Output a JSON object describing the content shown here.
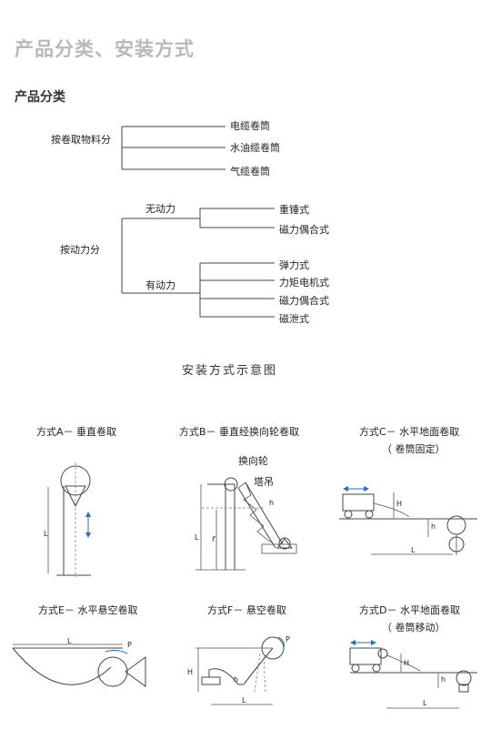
{
  "header": {
    "title": "产品分类、安装方式",
    "subtitle": "产品分类"
  },
  "classification": {
    "by_material": {
      "label": "按卷取物料分",
      "items": [
        "电缆卷筒",
        "水油缆卷筒",
        "气缆卷筒"
      ]
    },
    "by_power": {
      "label": "按动力分",
      "unpowered": {
        "label": "无动力",
        "items": [
          "重锤式",
          "磁力偶合式"
        ]
      },
      "powered": {
        "label": "有动力",
        "items": [
          "弹力式",
          "力矩电机式",
          "磁力偶合式",
          "磁泄式"
        ]
      }
    }
  },
  "install": {
    "title": "安装方式示意图",
    "modes": {
      "a": {
        "label": "方式A－ 垂直卷取",
        "dim_L": "L"
      },
      "b": {
        "label": "方式B－ 垂直经换向轮卷取",
        "wheel": "换向轮",
        "tower": "塔吊",
        "dim_L": "L",
        "dim_f": "f",
        "dim_h": "h"
      },
      "c": {
        "label": "方式C－ 水平地面卷取",
        "sub": "（ 卷筒固定）",
        "dim_H": "H",
        "dim_h": "h",
        "dim_L": "L"
      },
      "e": {
        "label": "方式E－ 水平悬空卷取",
        "dim_L": "L",
        "dim_P": "P"
      },
      "f": {
        "label": "方式F－ 悬空卷取",
        "dim_H": "H",
        "dim_h": "h",
        "dim_L": "L",
        "dim_P": "P"
      },
      "d": {
        "label": "方式D－ 水平地面卷取",
        "sub": "（ 卷筒移动）",
        "dim_H": "H",
        "dim_h": "h",
        "dim_L": "L"
      }
    }
  }
}
